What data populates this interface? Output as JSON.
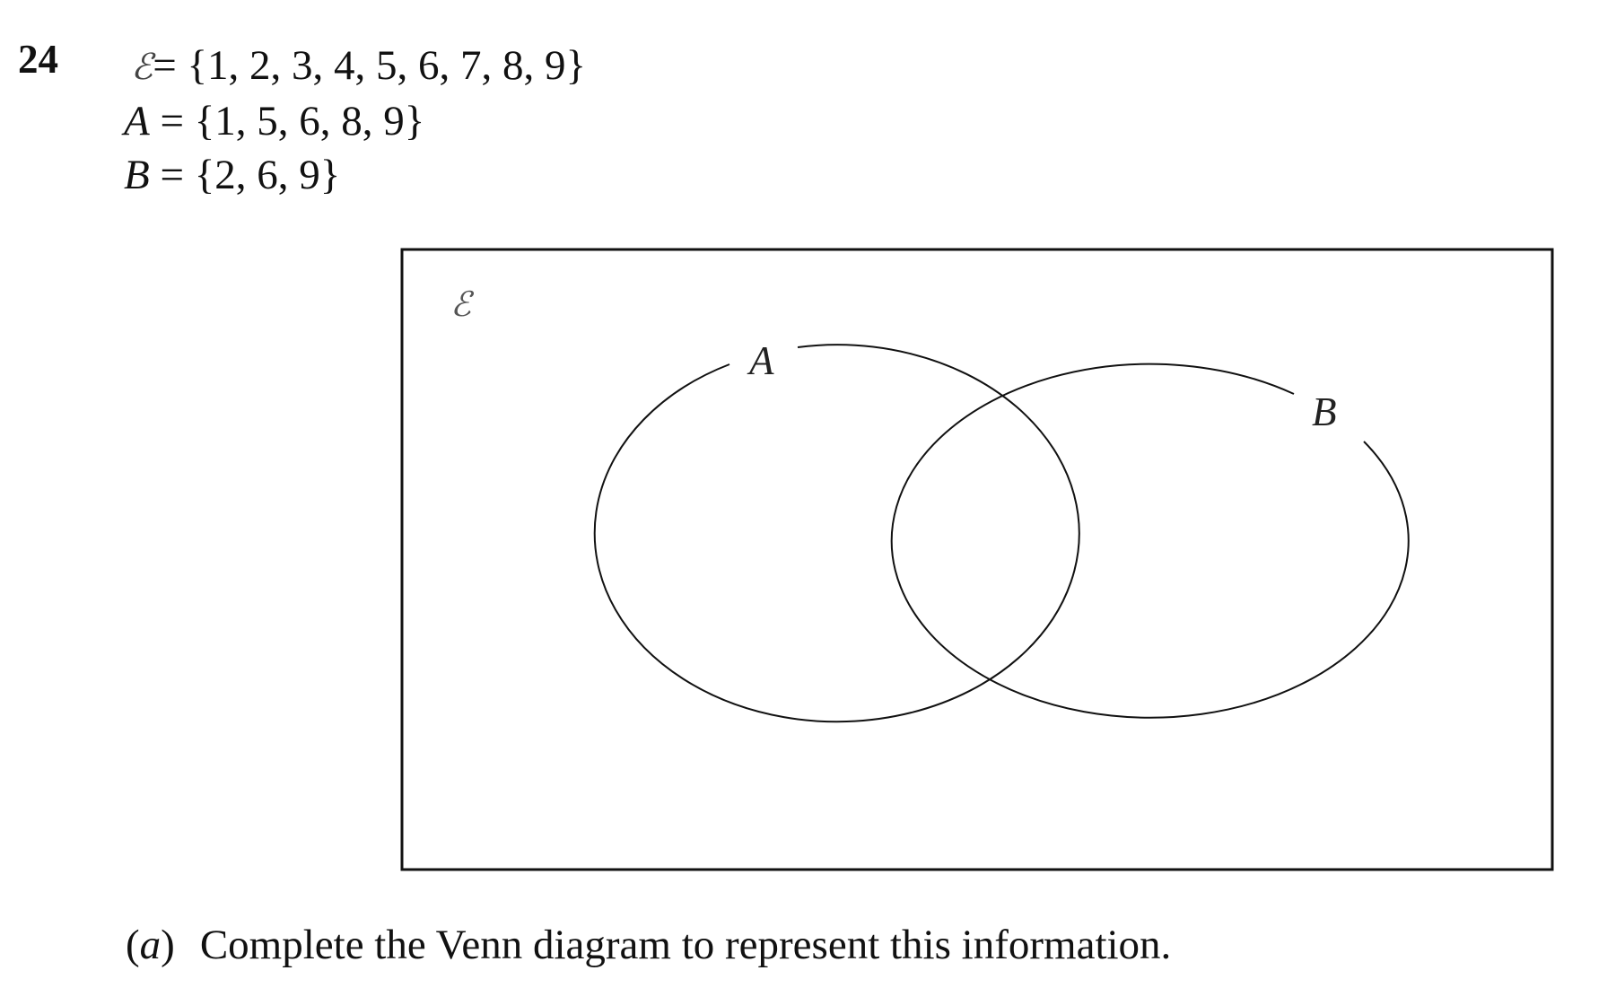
{
  "question": {
    "number": "24",
    "universal_symbol": "ℰ",
    "universal_set": "= {1, 2, 3, 4, 5, 6, 7, 8, 9}",
    "set_a_symbol": "A",
    "set_a": " = {1, 5, 6, 8, 9}",
    "set_b_symbol": "B",
    "set_b": " = {2, 6, 9}"
  },
  "diagram": {
    "universal_label": "ℰ",
    "label_a": "A",
    "label_b": "B"
  },
  "part_a": {
    "label": "(a)",
    "open": "(",
    "letter": "a",
    "close": ")",
    "text": "Complete the Venn diagram to represent this information."
  }
}
